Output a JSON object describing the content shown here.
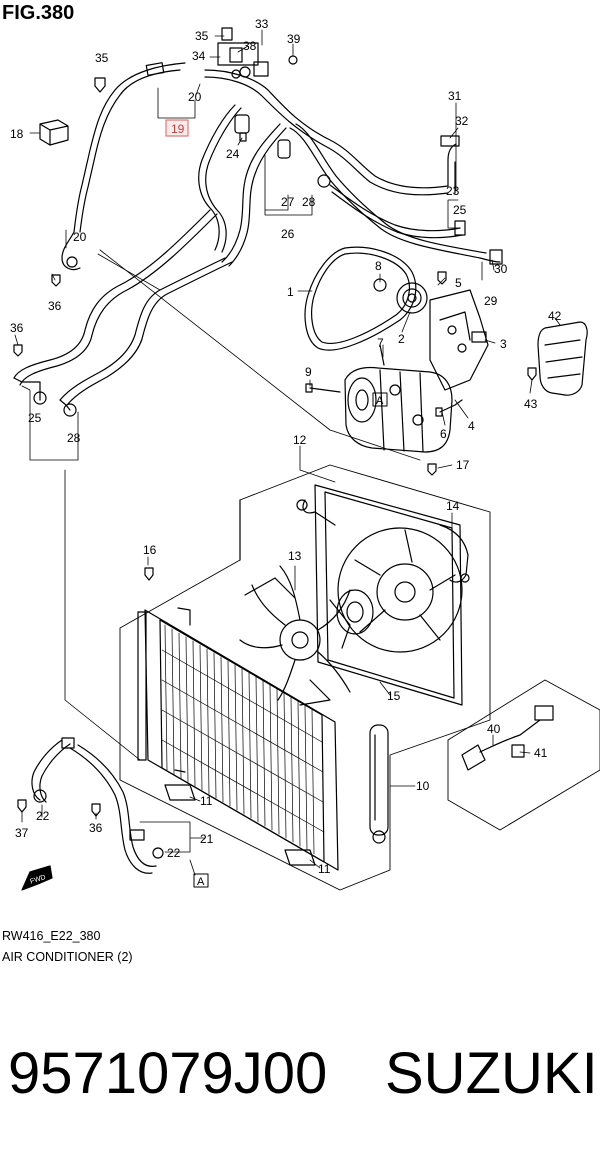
{
  "figure": {
    "title": "FIG.380",
    "code": "RW416_E22_380",
    "caption": "AIR CONDITIONER (2)"
  },
  "part": {
    "number": "9571079J00",
    "brand": "SUZUKI"
  },
  "callouts": {
    "c1": "1",
    "c2": "2",
    "c3": "3",
    "c4": "4",
    "c5": "5",
    "c6": "6",
    "c7": "7",
    "c8": "8",
    "c9": "9",
    "c10": "10",
    "c11a": "11",
    "c11b": "11",
    "c12": "12",
    "c13": "13",
    "c14": "14",
    "c15": "15",
    "c16": "16",
    "c17": "17",
    "c18": "18",
    "c19": "19",
    "c20a": "20",
    "c20b": "20",
    "c21": "21",
    "c22a": "22",
    "c22b": "22",
    "c23": "23",
    "c24": "24",
    "c25a": "25",
    "c25b": "25",
    "c26": "26",
    "c27": "27",
    "c28a": "28",
    "c28b": "28",
    "c29": "29",
    "c30": "30",
    "c31": "31",
    "c32": "32",
    "c33": "33",
    "c34": "34",
    "c35a": "35",
    "c35b": "35",
    "c36a": "36",
    "c36b": "36",
    "c36c": "36",
    "c37": "37",
    "c38": "38",
    "c39": "39",
    "c40": "40",
    "c41": "41",
    "c42": "42",
    "c43": "43"
  },
  "markers": {
    "ref_a1": "A",
    "ref_a2": "A",
    "fwd": "FWD"
  },
  "colors": {
    "highlight": "#e07a7a",
    "ink": "#000000"
  }
}
